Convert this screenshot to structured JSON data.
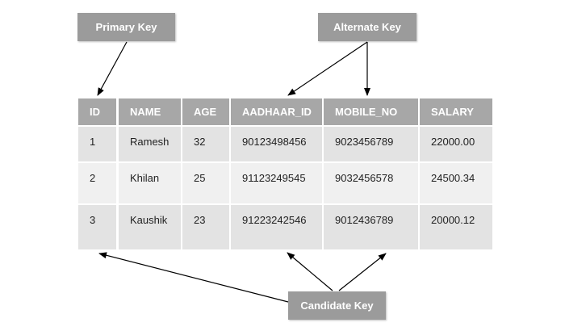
{
  "labels": {
    "primary_key": "Primary Key",
    "alternate_key": "Alternate Key",
    "candidate_key": "Candidate Key"
  },
  "table": {
    "headers": [
      "ID",
      "NAME",
      "AGE",
      "AADHAAR_ID",
      "MOBILE_NO",
      "SALARY"
    ],
    "rows": [
      [
        "1",
        "Ramesh",
        "32",
        "90123498456",
        "9023456789",
        "22000.00"
      ],
      [
        "2",
        "Khilan",
        "25",
        "91123249545",
        "9032456578",
        "24500.34"
      ],
      [
        "3",
        "Kaushik",
        "23",
        "91223242546",
        "9012436789",
        "20000.12"
      ]
    ]
  },
  "colors": {
    "label_box": "#9b9b9b",
    "header": "#a7a7a7",
    "row_odd": "#e3e3e3",
    "row_even": "#f0f0f0",
    "arrow": "#000000"
  }
}
